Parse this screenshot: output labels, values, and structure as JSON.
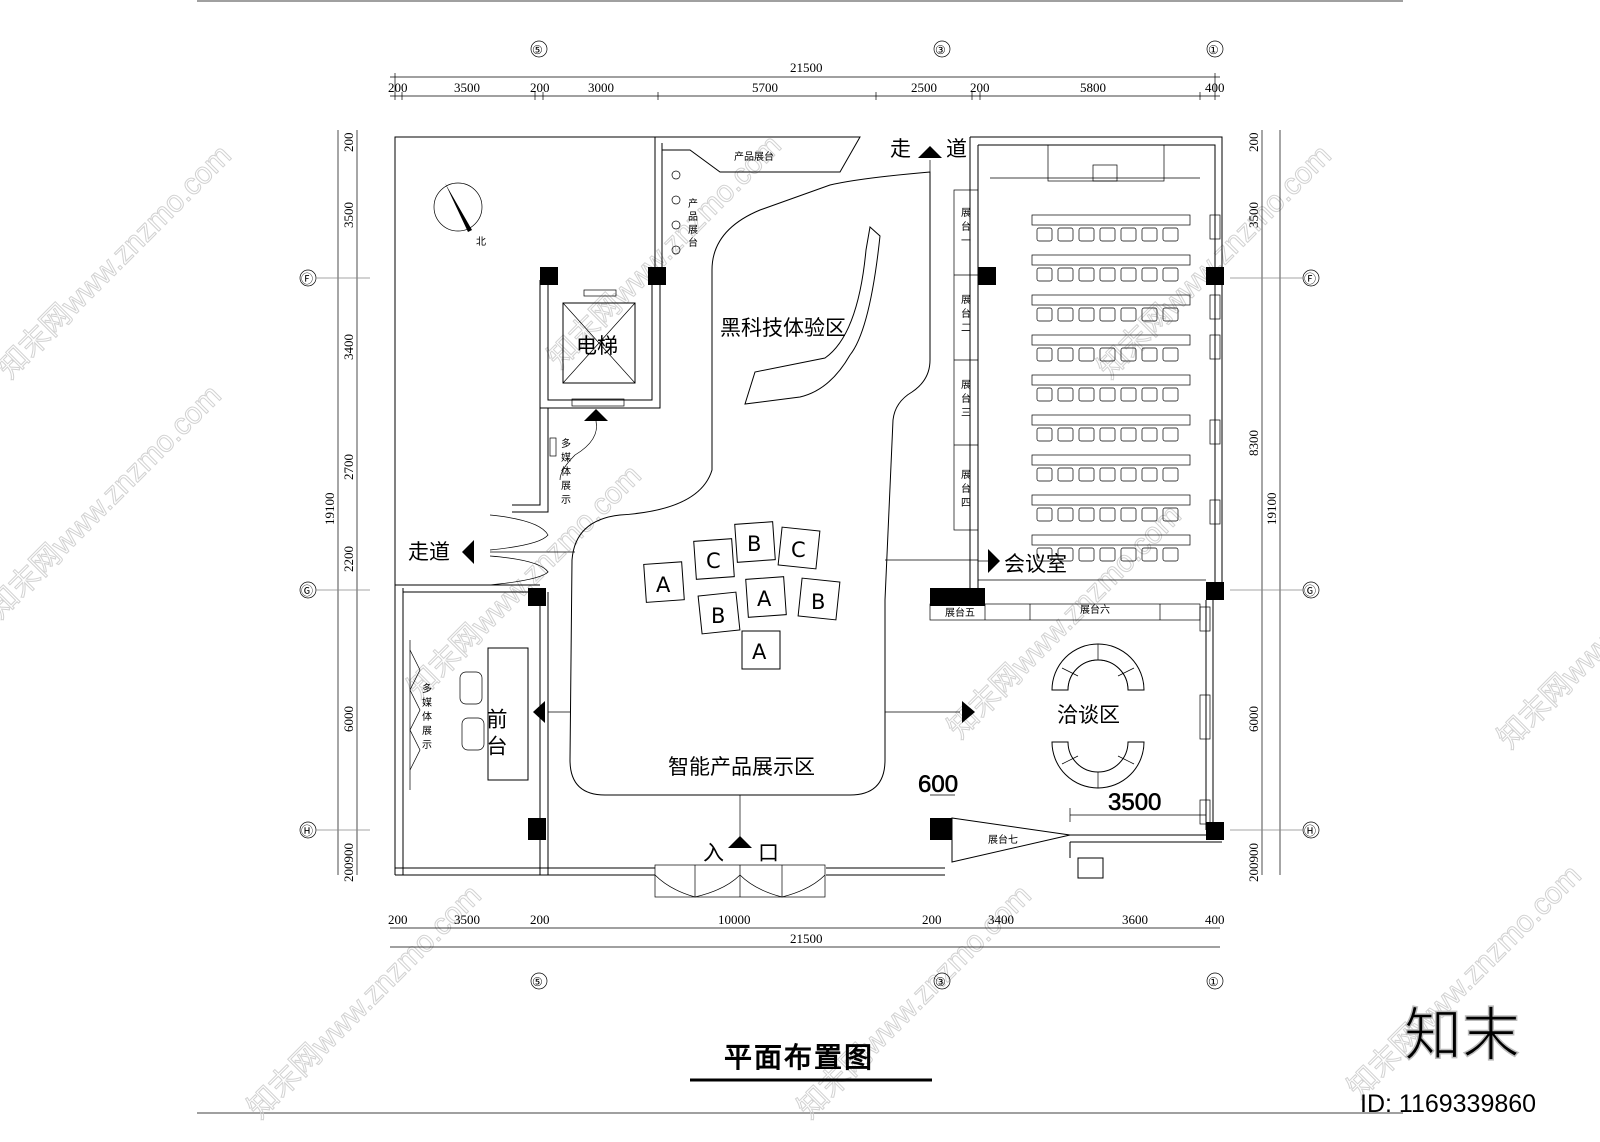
{
  "title": "平面布置图",
  "brand_logo": "知末",
  "image_id_text": "ID: 1169339860",
  "watermark_text": "知末网www.znzmo.com",
  "zones": {
    "black_tech": "黑科技体验区",
    "smart_products": "智能产品展示区",
    "elevator": "电梯",
    "reception": "前台",
    "negotiation": "洽谈区",
    "meeting_room": "会议室",
    "corridor_top": [
      "走",
      "道"
    ],
    "corridor_left": "走道",
    "entrance": [
      "入",
      "口"
    ]
  },
  "small_labels": {
    "product_stand_top": "产品展台",
    "product_stand_vertical": [
      "产",
      "品",
      "展",
      "台"
    ],
    "multimedia_top": [
      "多",
      "媒",
      "体",
      "展",
      "示"
    ],
    "multimedia_reception": [
      "多",
      "媒",
      "体",
      "展",
      "示"
    ],
    "stand_1": [
      "展",
      "台",
      "一"
    ],
    "stand_2": [
      "展",
      "台",
      "二"
    ],
    "stand_3": [
      "展",
      "台",
      "三"
    ],
    "stand_4": [
      "展",
      "台",
      "四"
    ],
    "stand_5": "展台五",
    "stand_6": "展台六",
    "stand_7": "展台七",
    "north": "北"
  },
  "display_boxes": [
    "A",
    "C",
    "B",
    "C",
    "A",
    "B",
    "B",
    "A"
  ],
  "dimensions": {
    "top_total": "21500",
    "top_segments": [
      "200",
      "3500",
      "200",
      "3000",
      "5700",
      "2500",
      "200",
      "5800",
      "400"
    ],
    "bottom_total": "21500",
    "bottom_segments": [
      "200",
      "3500",
      "200",
      "10000",
      "200",
      "3400",
      "3600",
      "400"
    ],
    "left_total": "19100",
    "left_segments": [
      "200",
      "3500",
      "3400",
      "2700",
      "2200",
      "6000",
      "200900"
    ],
    "right_total": "19100",
    "right_segments": [
      "200",
      "3500",
      "8300",
      "6000",
      "200900"
    ],
    "inner_600": "600",
    "inner_3500": "3500"
  },
  "axis_labels": {
    "columns": [
      "⑤",
      "③",
      "①"
    ],
    "rows": [
      "Ⓕ",
      "Ⓖ",
      "Ⓗ"
    ]
  }
}
